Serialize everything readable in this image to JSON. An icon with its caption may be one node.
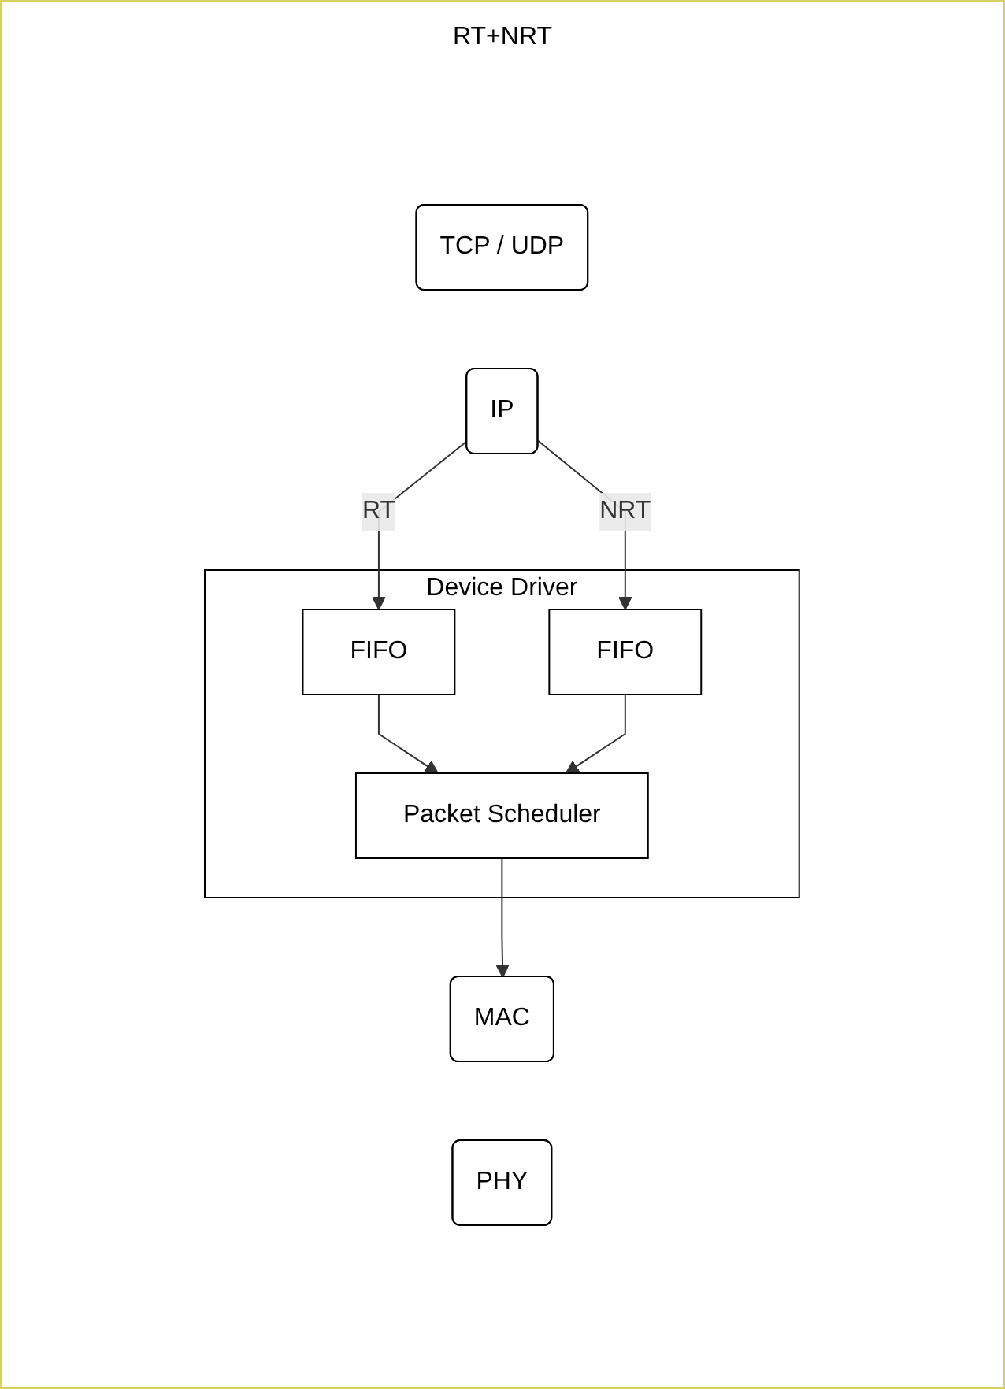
{
  "diagram": {
    "nodes": [
      {
        "text": [
          "TCP / UDP"
        ]
      },
      {
        "text": [
          "IP"
        ]
      },
      {
        "text": [
          "Device Driver"
        ]
      },
      {
        "text": [
          "FIFO"
        ],
        "in": 2
      },
      {
        "text": [
          "FIFO"
        ],
        "in": 2
      },
      {
        "text": [
          "Packet Scheduler"
        ],
        "in": 2
      },
      {
        "text": [
          "MAC"
        ]
      },
      {
        "text": [
          "PHY"
        ]
      }
    ],
    "edges": [
      {
        "from": 1,
        "to": 3,
        "arrow": "to",
        "label": "RT"
      },
      {
        "from": 1,
        "to": 4,
        "arrow": "to",
        "label": "NRT"
      },
      {
        "from": 3,
        "to": 5,
        "arrow": "to"
      },
      {
        "from": 4,
        "to": 5,
        "arrow": "to"
      },
      {
        "from": 5,
        "to": 6,
        "arrow": "to"
      }
    ],
    "labels": [
      "RT+NRT"
    ]
  }
}
